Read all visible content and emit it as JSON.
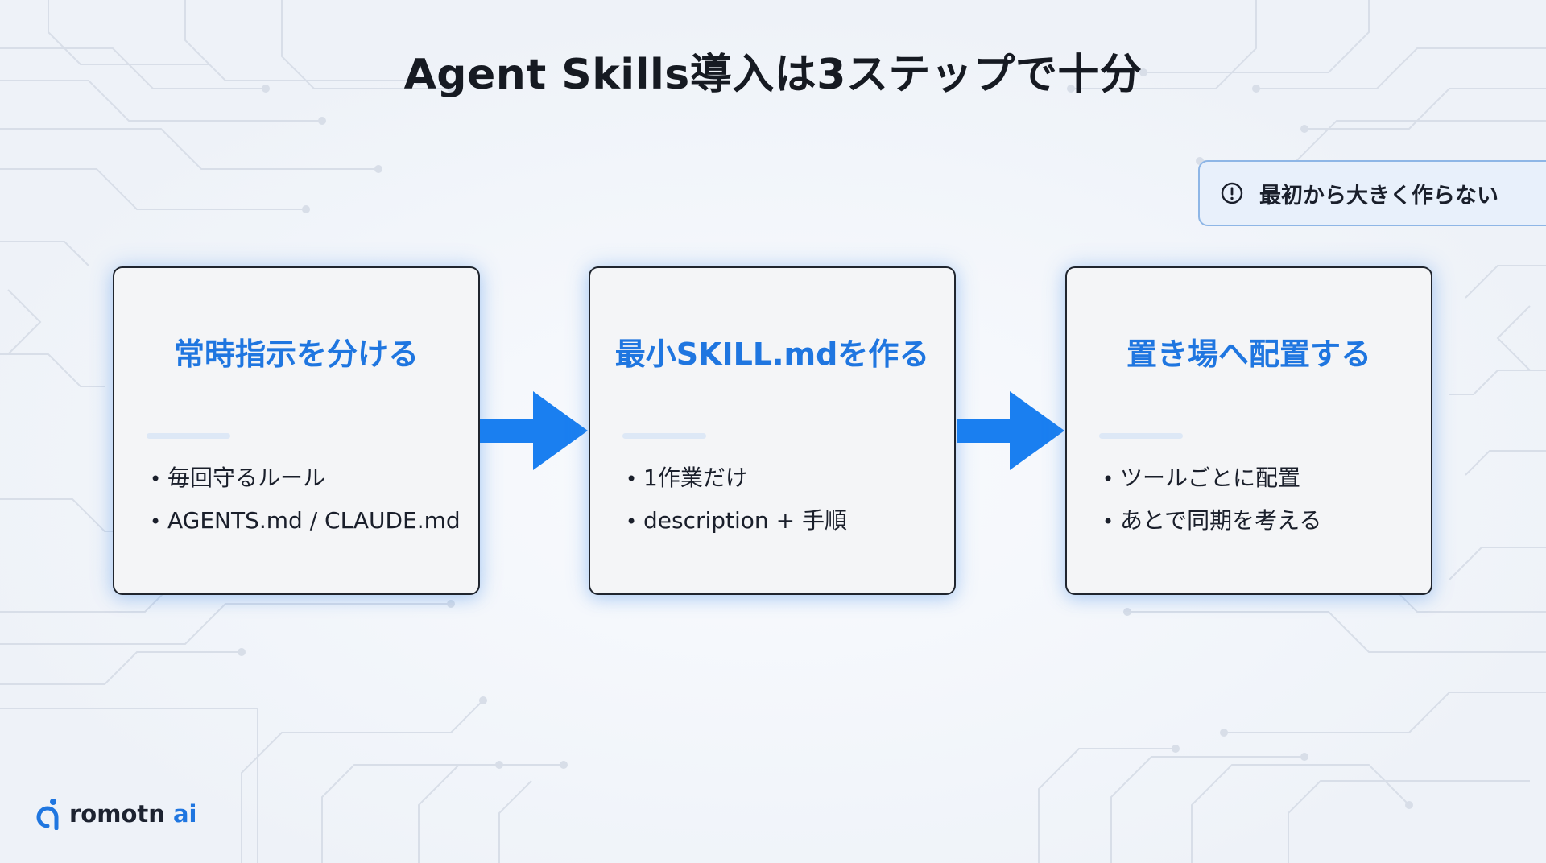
{
  "title": "Agent Skills導入は3ステップで十分",
  "callout": {
    "icon": "exclamation-circle-icon",
    "text": "最初から大きく作らない"
  },
  "steps": [
    {
      "title": "常時指示を分ける",
      "bullets": [
        "毎回守るルール",
        "AGENTS.md / CLAUDE.md"
      ]
    },
    {
      "title": "最小SKILL.mdを作る",
      "bullets": [
        "1作業だけ",
        "description + 手順"
      ]
    },
    {
      "title": "置き場へ配置する",
      "bullets": [
        "ツールごとに配置",
        "あとで同期を考える"
      ]
    }
  ],
  "connectors": {
    "icon": "arrow-right-icon"
  },
  "logo": {
    "name": "romotn",
    "suffix": "ai"
  },
  "colors": {
    "accent": "#1f76e0",
    "arrow": "#1a7ff0",
    "callout_border": "#8eb6e6",
    "background": "#f4f7fb"
  }
}
